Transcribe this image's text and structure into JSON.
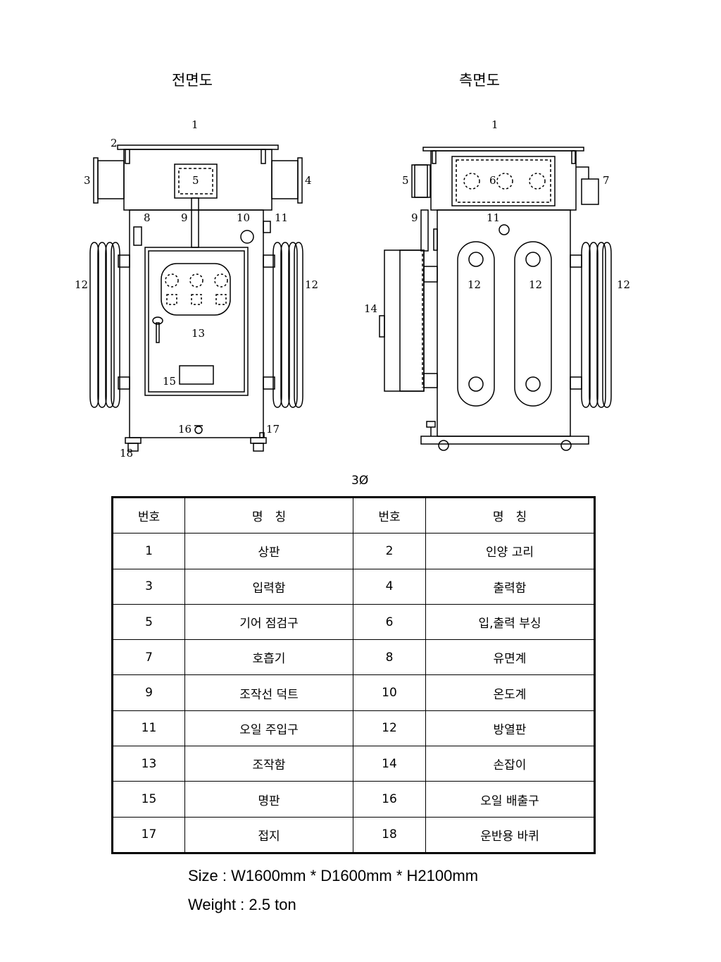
{
  "views": {
    "front_title": "전면도",
    "side_title": "측면도"
  },
  "front_labels": {
    "l1": "1",
    "l2": "2",
    "l3": "3",
    "l4": "4",
    "l5": "5",
    "l8": "8",
    "l9": "9",
    "l10": "10",
    "l11": "11",
    "l12a": "12",
    "l12b": "12",
    "l13": "13",
    "l15": "15",
    "l16": "16",
    "l17": "17",
    "l18": "18"
  },
  "side_labels": {
    "l1": "1",
    "l5": "5",
    "l6": "6",
    "l7": "7",
    "l9": "9",
    "l11": "11",
    "l12a": "12",
    "l12b": "12",
    "l12c": "12",
    "l14": "14"
  },
  "phase_label": "3Ø",
  "parts_table": {
    "headers": [
      "번호",
      "명　칭",
      "번호",
      "명　칭"
    ],
    "rows": [
      [
        "1",
        "상판",
        "2",
        "인양 고리"
      ],
      [
        "3",
        "입력함",
        "4",
        "출력함"
      ],
      [
        "5",
        "기어 점검구",
        "6",
        "입,출력 부싱"
      ],
      [
        "7",
        "호흡기",
        "8",
        "유면계"
      ],
      [
        "9",
        "조작선 덕트",
        "10",
        "온도계"
      ],
      [
        "11",
        "오일 주입구",
        "12",
        "방열판"
      ],
      [
        "13",
        "조작함",
        "14",
        "손잡이"
      ],
      [
        "15",
        "명판",
        "16",
        "오일 배출구"
      ],
      [
        "17",
        "접지",
        "18",
        "운반용 바퀴"
      ]
    ]
  },
  "specs": {
    "size": "Size : W1600mm * D1600mm * H2100mm",
    "weight": "Weight : 2.5 ton"
  }
}
